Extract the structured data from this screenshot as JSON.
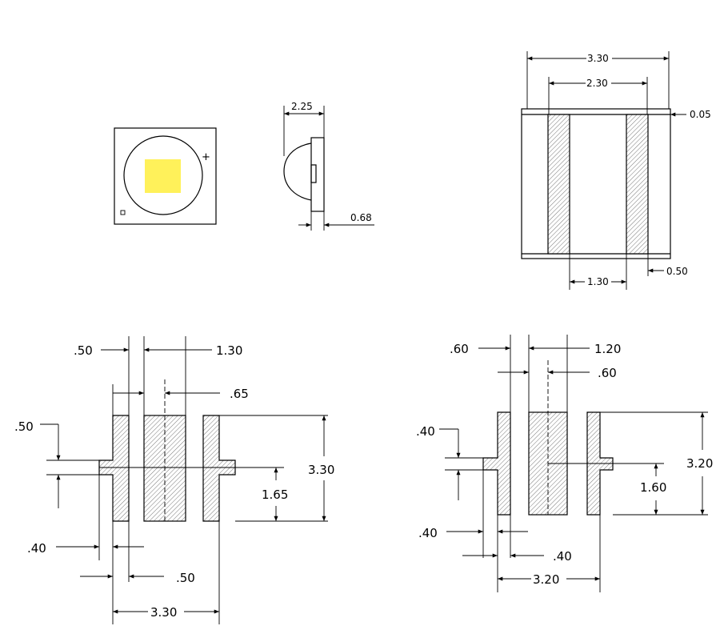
{
  "colors": {
    "chip": "#FFF15A",
    "line": "#000000",
    "background": "#FFFFFF"
  },
  "top_view": {
    "plus_mark": "+"
  },
  "side_view": {
    "width": "2.25",
    "thickness": "0.68"
  },
  "bottom_view": {
    "overall": "3.30",
    "inner": "2.30",
    "offset": "0.05",
    "gap": "1.30",
    "pad": "0.50"
  },
  "footprint_a": {
    "pad_width": ".50",
    "center_width": "1.30",
    "half_center": ".65",
    "tab_height": ".50",
    "tab_width": ".40",
    "height": "3.30",
    "half_height": "1.65",
    "side_pad": ".50",
    "overall_width": "3.30"
  },
  "footprint_b": {
    "pad_width": ".60",
    "center_width": "1.20",
    "half_center": ".60",
    "tab_height": ".40",
    "tab_width": ".40",
    "height": "3.20",
    "half_height": "1.60",
    "side_pad": ".40",
    "overall_width": "3.20"
  }
}
